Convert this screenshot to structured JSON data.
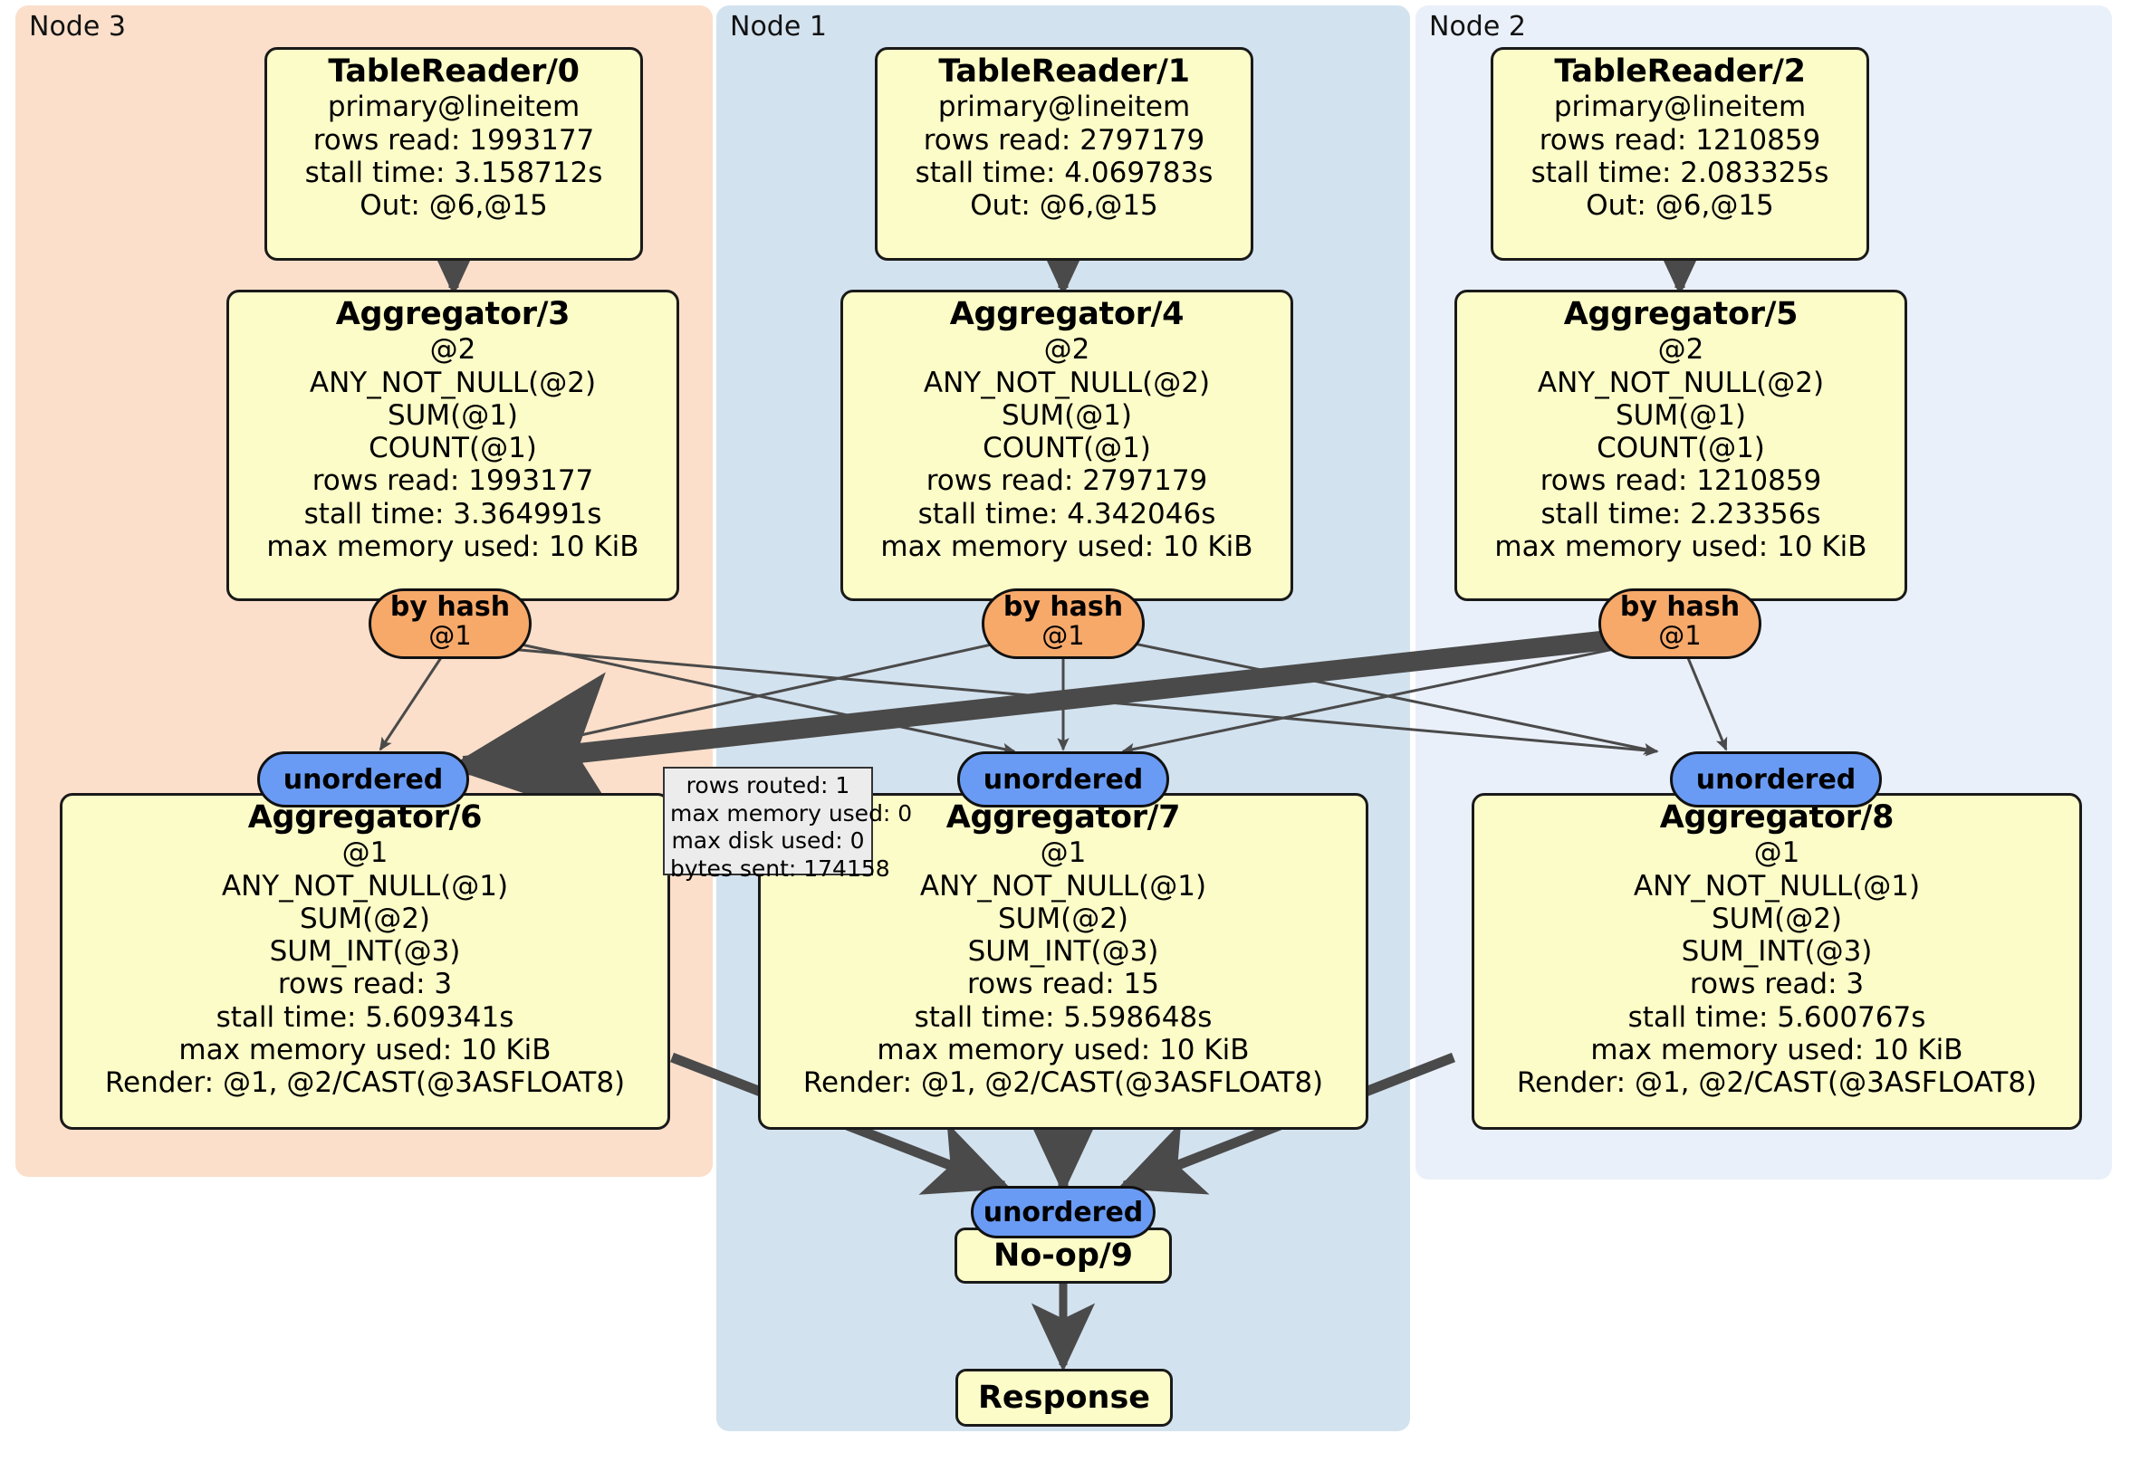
{
  "diagram": {
    "type": "distributed-query-execution-plan",
    "colors": {
      "node3_panel": "#fbdfca",
      "node1_panel": "#d3e2ef",
      "node2_panel": "#eaf0fa",
      "processor_box": "#fcfcc8",
      "router_oval": "#f7a96a",
      "unordered_pill": "#6a9bf4",
      "stats_box": "#ececec",
      "edge": "#4a4a4a",
      "border": "#1a1a1a"
    },
    "clusters": [
      {
        "id": "node3",
        "label": "Node 3"
      },
      {
        "id": "node1",
        "label": "Node 1"
      },
      {
        "id": "node2",
        "label": "Node 2"
      }
    ],
    "table_readers": [
      {
        "title": "TableReader/0",
        "lines": [
          "primary@lineitem",
          "rows read: 1993177",
          "stall time: 3.158712s",
          "Out: @6,@15"
        ]
      },
      {
        "title": "TableReader/1",
        "lines": [
          "primary@lineitem",
          "rows read: 2797179",
          "stall time: 4.069783s",
          "Out: @6,@15"
        ]
      },
      {
        "title": "TableReader/2",
        "lines": [
          "primary@lineitem",
          "rows read: 1210859",
          "stall time: 2.083325s",
          "Out: @6,@15"
        ]
      }
    ],
    "local_aggregators": [
      {
        "title": "Aggregator/3",
        "lines": [
          "@2",
          "ANY_NOT_NULL(@2)",
          "SUM(@1)",
          "COUNT(@1)",
          "rows read: 1993177",
          "stall time: 3.364991s",
          "max memory used: 10 KiB"
        ]
      },
      {
        "title": "Aggregator/4",
        "lines": [
          "@2",
          "ANY_NOT_NULL(@2)",
          "SUM(@1)",
          "COUNT(@1)",
          "rows read: 2797179",
          "stall time: 4.342046s",
          "max memory used: 10 KiB"
        ]
      },
      {
        "title": "Aggregator/5",
        "lines": [
          "@2",
          "ANY_NOT_NULL(@2)",
          "SUM(@1)",
          "COUNT(@1)",
          "rows read: 1210859",
          "stall time: 2.23356s",
          "max memory used: 10 KiB"
        ]
      }
    ],
    "routers": [
      {
        "kind": "by hash",
        "column": "@1"
      },
      {
        "kind": "by hash",
        "column": "@1"
      },
      {
        "kind": "by hash",
        "column": "@1"
      }
    ],
    "inbox_pills": [
      {
        "label": "unordered"
      },
      {
        "label": "unordered"
      },
      {
        "label": "unordered"
      }
    ],
    "final_aggregators": [
      {
        "title": "Aggregator/6",
        "lines": [
          "@1",
          "ANY_NOT_NULL(@1)",
          "SUM(@2)",
          "SUM_INT(@3)",
          "rows read: 3",
          "stall time: 5.609341s",
          "max memory used: 10 KiB",
          "Render: @1, @2/CAST(@3ASFLOAT8)"
        ]
      },
      {
        "title": "Aggregator/7",
        "lines": [
          "@1",
          "ANY_NOT_NULL(@1)",
          "SUM(@2)",
          "SUM_INT(@3)",
          "rows read: 15",
          "stall time: 5.598648s",
          "max memory used: 10 KiB",
          "Render: @1, @2/CAST(@3ASFLOAT8)"
        ]
      },
      {
        "title": "Aggregator/8",
        "lines": [
          "@1",
          "ANY_NOT_NULL(@1)",
          "SUM(@2)",
          "SUM_INT(@3)",
          "rows read: 3",
          "stall time: 5.600767s",
          "max memory used: 10 KiB",
          "Render: @1, @2/CAST(@3ASFLOAT8)"
        ]
      }
    ],
    "stats_box": {
      "lines": [
        "rows routed: 1",
        "max memory used: 0",
        "max disk used: 0",
        "bytes sent: 174158"
      ]
    },
    "final_pill": {
      "label": "unordered"
    },
    "noop": {
      "label": "No-op/9"
    },
    "response": {
      "label": "Response"
    }
  }
}
